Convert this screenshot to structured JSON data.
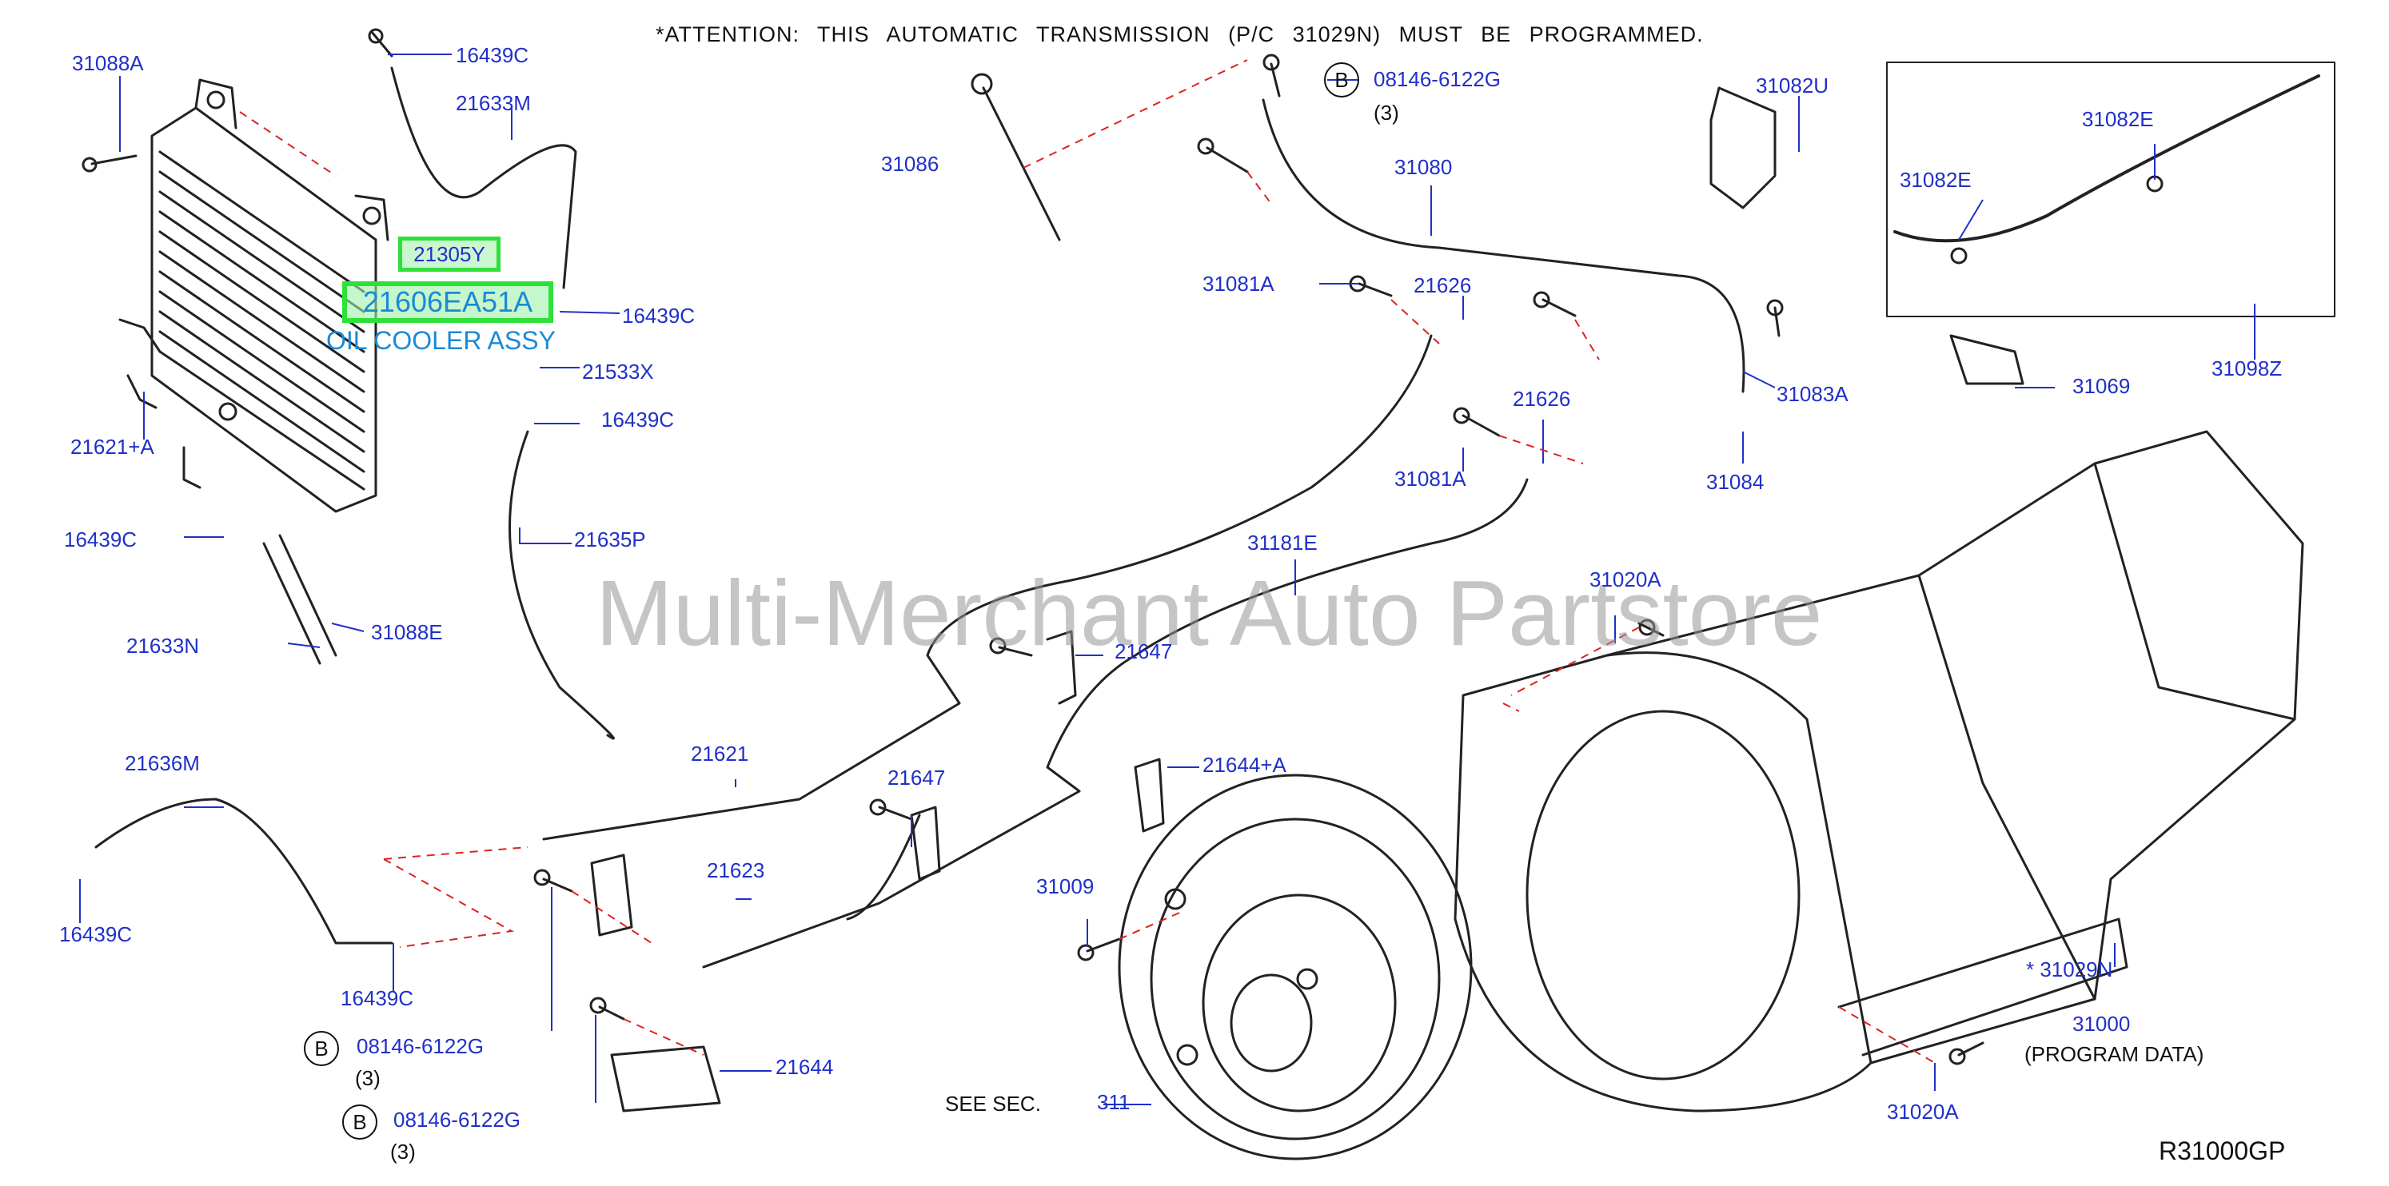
{
  "attention_note": "*ATTENTION: THIS AUTOMATIC TRANSMISSION (P/C 31029N) MUST BE PROGRAMMED.",
  "watermark": "Multi-Merchant Auto Partstore",
  "diagram_code": "R31000GP",
  "highlight": {
    "part_21305y": "21305Y",
    "part_main": "21606EA51A",
    "description": "OIL COOLER ASSY"
  },
  "callout_symbol": "B",
  "labels": {
    "p31088A": "31088A",
    "p16439C_top": "16439C",
    "p21633M": "21633M",
    "p16439C_mid": "16439C",
    "p21533X": "21533X",
    "p16439C_low": "16439C",
    "p21635P": "21635P",
    "p21621A": "21621+A",
    "p16439C_left": "16439C",
    "p21633N": "21633N",
    "p31088E": "31088E",
    "p21636M": "21636M",
    "p16439C_bl": "16439C",
    "p16439C_bm": "16439C",
    "p08146_a": "08146-6122G",
    "p08146_a_qty": "(3)",
    "p08146_b": "08146-6122G",
    "p08146_b_qty": "(3)",
    "p08146_top": "08146-6122G",
    "p08146_top_qty": "(3)",
    "p31086": "31086",
    "p31080": "31080",
    "p31081A_1": "31081A",
    "p21626_1": "21626",
    "p31081A_2": "31081A",
    "p21626_2": "21626",
    "p31082U": "31082U",
    "p31082E_1": "31082E",
    "p31082E_2": "31082E",
    "p31083A": "31083A",
    "p31084": "31084",
    "p31069": "31069",
    "p31098Z": "31098Z",
    "p31181E": "31181E",
    "p21647_1": "21647",
    "p21647_2": "21647",
    "p21621": "21621",
    "p21623": "21623",
    "p21644A": "21644+A",
    "p21644": "21644",
    "p31009": "31009",
    "p31020A_1": "31020A",
    "p31020A_2": "31020A",
    "p31029N": "*  31029N",
    "p31000": "31000",
    "p_program": "(PROGRAM   DATA)",
    "see_sec": "SEE   SEC.",
    "p311": "311"
  }
}
